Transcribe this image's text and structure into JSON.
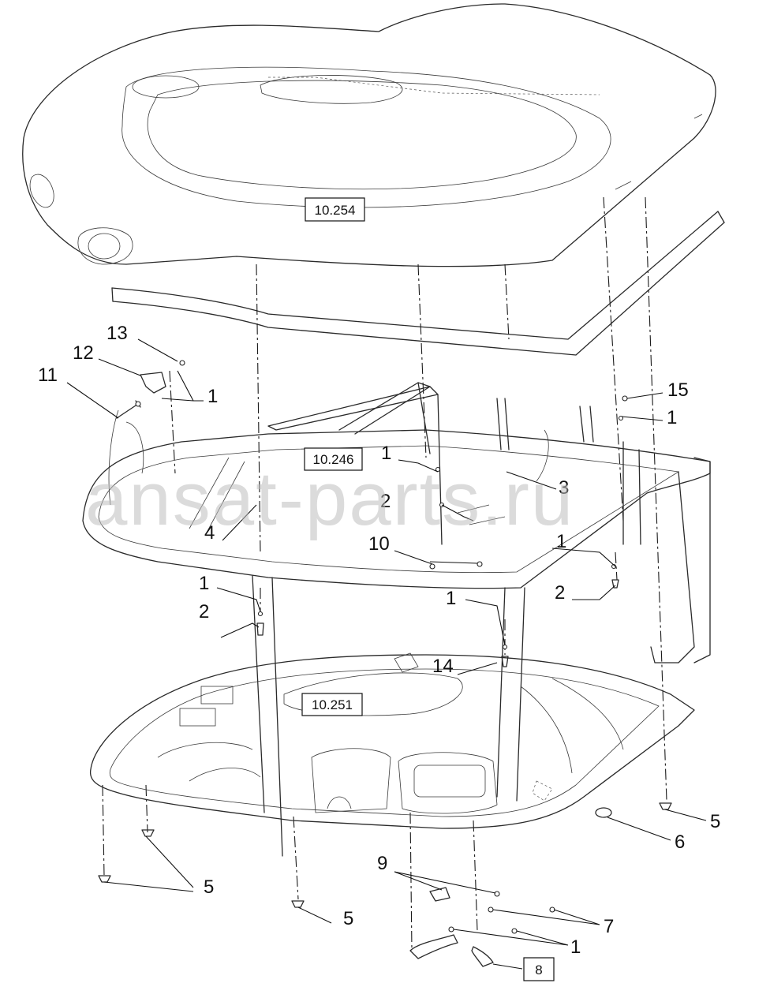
{
  "watermark": "ansat-parts.ru",
  "ref_boxes": [
    {
      "id": "ref-10-254",
      "text": "10.254"
    },
    {
      "id": "ref-10-246",
      "text": "10.246"
    },
    {
      "id": "ref-10-251",
      "text": "10.251"
    },
    {
      "id": "ref-8",
      "text": "8"
    }
  ],
  "callouts": [
    "13",
    "12",
    "11",
    "1",
    "15",
    "1",
    "1",
    "2",
    "3",
    "4",
    "10",
    "1",
    "2",
    "1",
    "2",
    "1",
    "14",
    "5",
    "6",
    "5",
    "5",
    "9",
    "7",
    "1"
  ]
}
